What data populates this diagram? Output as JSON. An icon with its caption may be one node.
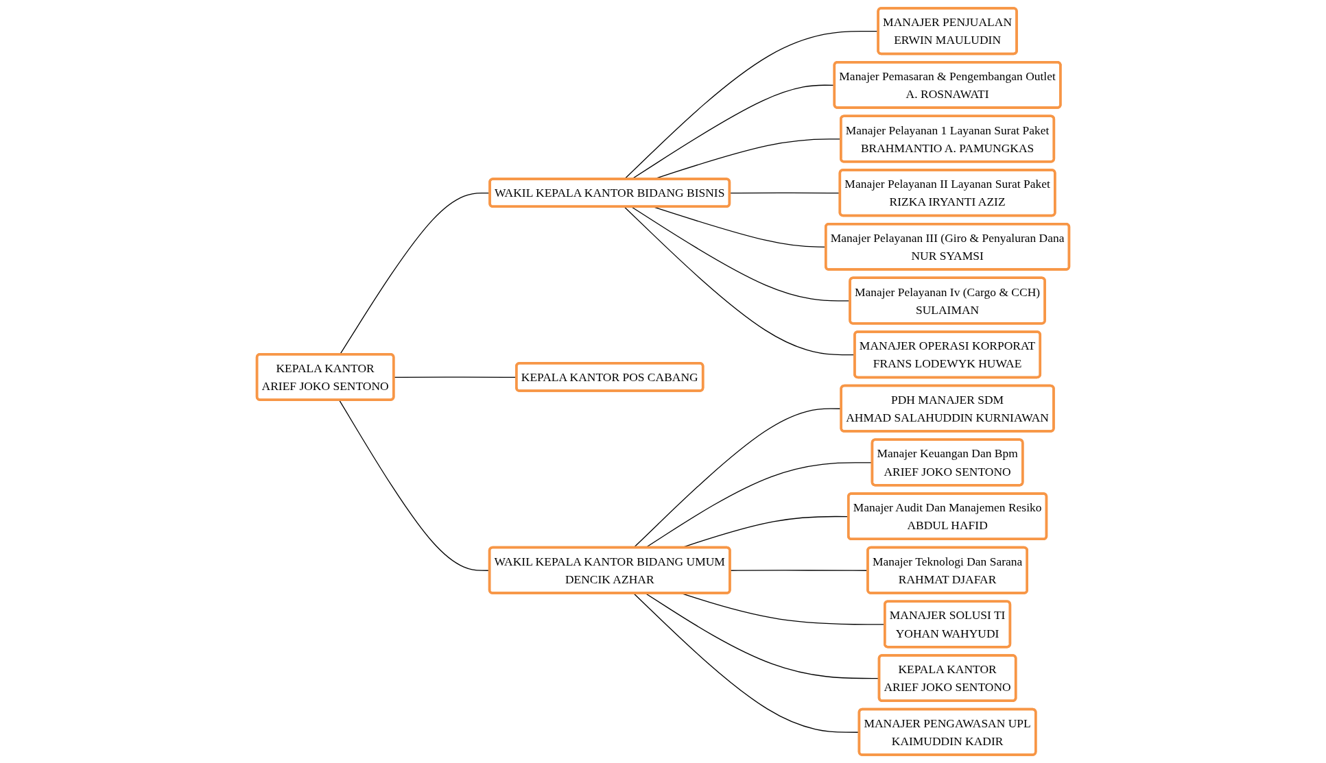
{
  "diagram": {
    "nodes": [
      {
        "text": [
          "KEPALA KANTOR",
          "ARIEF JOKO SENTONO"
        ]
      },
      {
        "text": [
          "WAKIL KEPALA KANTOR BIDANG BISNIS"
        ]
      },
      {
        "text": [
          "WAKIL KEPALA KANTOR BIDANG UMUM",
          "DENCIK AZHAR"
        ]
      },
      {
        "text": [
          "MANAJER PENJUALAN",
          "ERWIN MAULUDIN"
        ]
      },
      {
        "text": [
          "Manajer Pemasaran & Pengembangan Outlet",
          "A. ROSNAWATI"
        ]
      },
      {
        "text": [
          "Manajer Pelayanan 1 Layanan Surat Paket",
          "BRAHMANTIO A. PAMUNGKAS"
        ]
      },
      {
        "text": [
          "Manajer Pelayanan II Layanan Surat Paket",
          "RIZKA IRYANTI AZIZ"
        ]
      },
      {
        "text": [
          "Manajer Pelayanan III (Giro & Penyaluran Dana",
          "NUR SYAMSI"
        ]
      },
      {
        "text": [
          "Manajer Pelayanan Iv (Cargo & CCH)",
          "SULAIMAN"
        ]
      },
      {
        "text": [
          "KEPALA KANTOR POS CABANG"
        ]
      },
      {
        "text": [
          "MANAJER PENGAWASAN UPL",
          "KAIMUDDIN KADIR"
        ]
      },
      {
        "text": [
          "MANAJER OPERASI KORPORAT",
          "FRANS LODEWYK HUWAE"
        ]
      },
      {
        "text": [
          "PDH MANAJER SDM",
          "AHMAD SALAHUDDIN KURNIAWAN"
        ]
      },
      {
        "text": [
          "Manajer Keuangan Dan Bpm",
          "ARIEF JOKO SENTONO"
        ]
      },
      {
        "text": [
          "Manajer Audit Dan Manajemen Resiko",
          "ABDUL HAFID"
        ]
      },
      {
        "text": [
          "Manajer Teknologi Dan Sarana",
          "RAHMAT DJAFAR"
        ]
      },
      {
        "text": [
          "MANAJER SOLUSI TI",
          "YOHAN WAHYUDI"
        ]
      },
      {
        "text": [
          "KEPALA KANTOR",
          "ARIEF JOKO SENTONO"
        ]
      }
    ],
    "edges": [
      {
        "from": 0,
        "to": 1,
        "arrow": "none"
      },
      {
        "from": 0,
        "to": 2,
        "arrow": "none"
      },
      {
        "from": 0,
        "to": 9,
        "arrow": "none"
      },
      {
        "from": 1,
        "to": 3,
        "arrow": "none"
      },
      {
        "from": 1,
        "to": 4,
        "arrow": "none"
      },
      {
        "from": 1,
        "to": 5,
        "arrow": "none"
      },
      {
        "from": 1,
        "to": 6,
        "arrow": "none"
      },
      {
        "from": 1,
        "to": 7,
        "arrow": "none"
      },
      {
        "from": 1,
        "to": 8,
        "arrow": "none"
      },
      {
        "from": 1,
        "to": 11,
        "arrow": "none"
      },
      {
        "from": 2,
        "to": 12,
        "arrow": "none"
      },
      {
        "from": 2,
        "to": 13,
        "arrow": "none"
      },
      {
        "from": 2,
        "to": 14,
        "arrow": "none"
      },
      {
        "from": 2,
        "to": 15,
        "arrow": "none"
      },
      {
        "from": 2,
        "to": 16,
        "arrow": "none"
      },
      {
        "from": 2,
        "to": 17,
        "arrow": "none"
      },
      {
        "from": 2,
        "to": 10,
        "arrow": "none"
      }
    ]
  }
}
